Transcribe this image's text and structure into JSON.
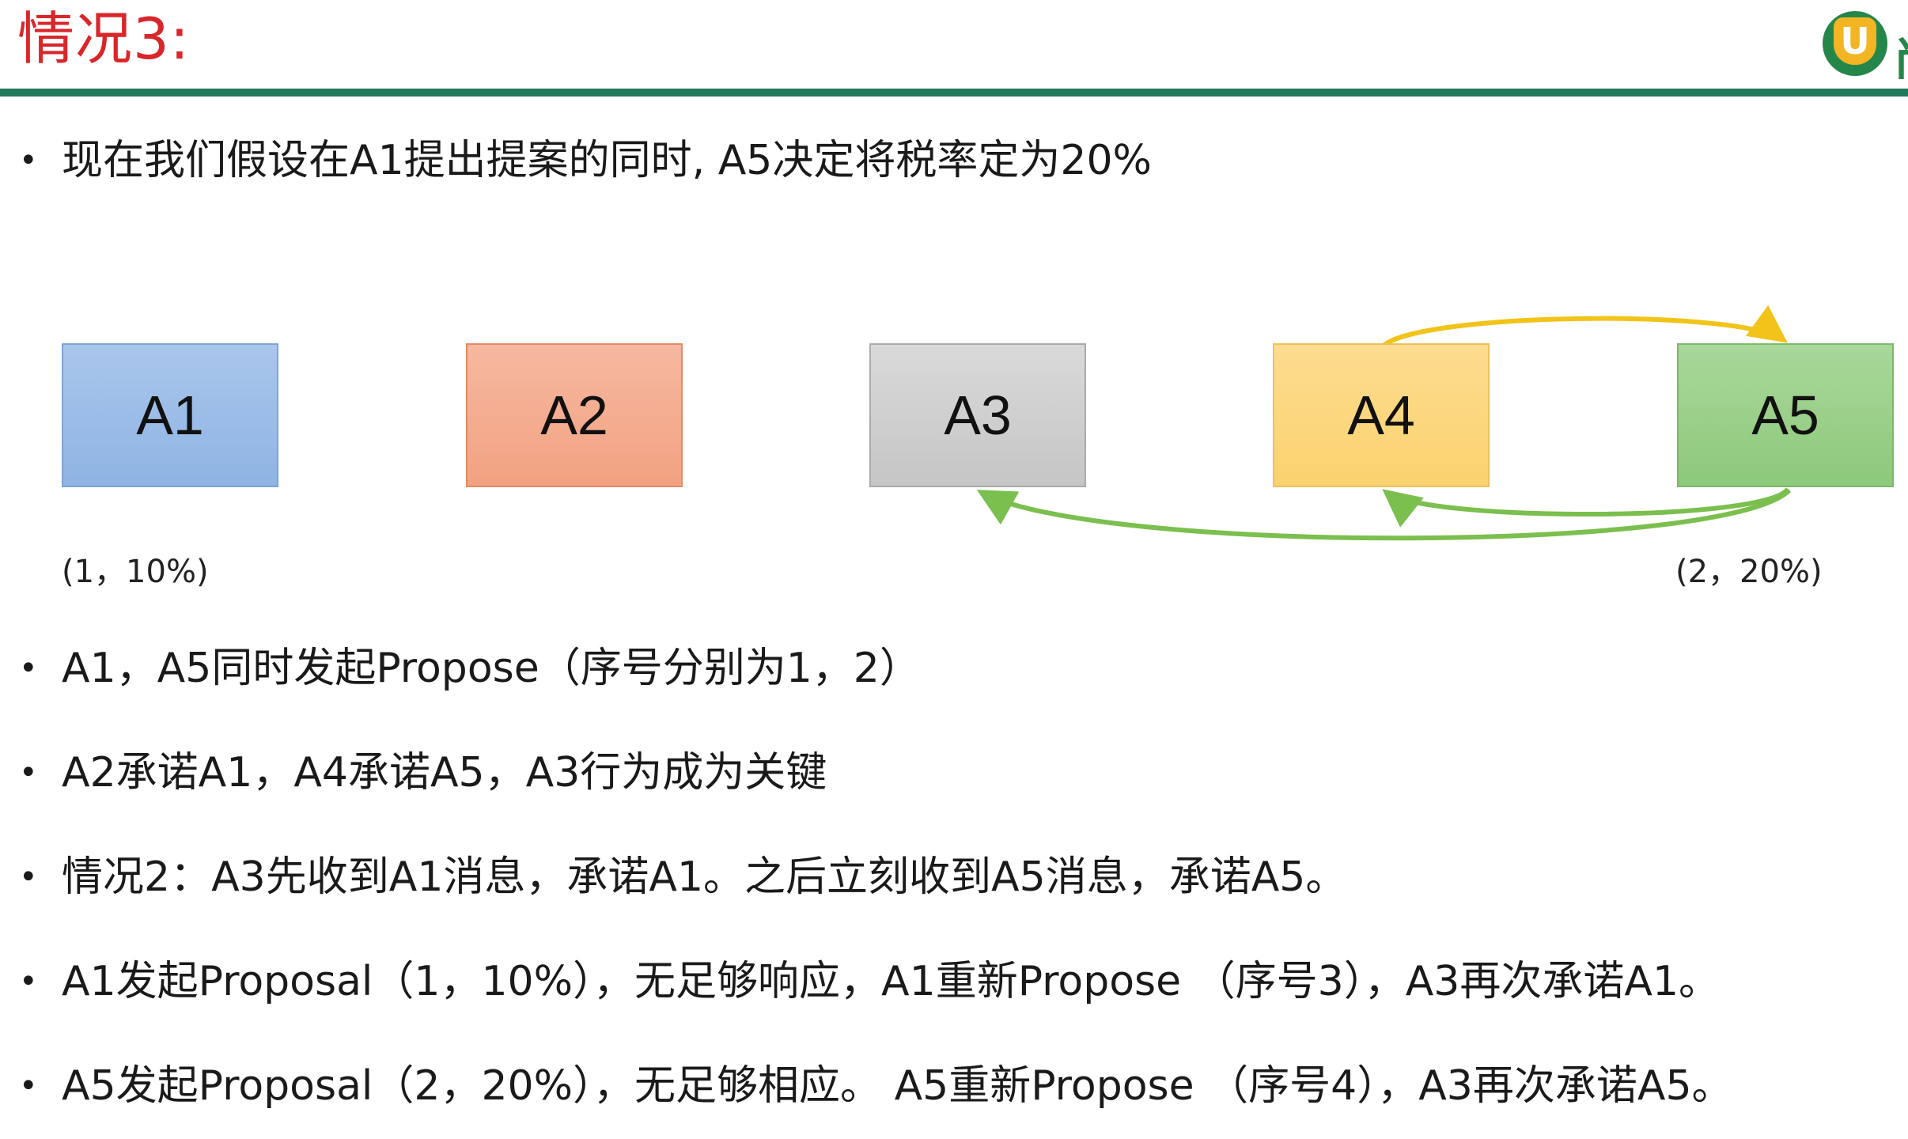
{
  "header": {
    "title": "情况3:"
  },
  "logo": {
    "letter": "U"
  },
  "bullets": [
    "现在我们假设在A1提出提案的同时, A5决定将税率定为20%",
    "A1，A5同时发起Propose（序号分别为1，2）",
    "A2承诺A1，A4承诺A5，A3行为成为关键",
    "情况2：A3先收到A1消息，承诺A1。之后立刻收到A5消息，承诺A5。",
    "A1发起Proposal（1，10%），无足够响应，A1重新Propose （序号3），A3再次承诺A1。",
    "A5发起Proposal（2，20%），无足够相应。 A5重新Propose （序号4），A3再次承诺A5。"
  ],
  "bullet_symbol": "•",
  "diagram": {
    "nodes": [
      {
        "id": "a1",
        "label": "A1",
        "color": "#9dbde8"
      },
      {
        "id": "a2",
        "label": "A2",
        "color": "#f4ad8f"
      },
      {
        "id": "a3",
        "label": "A3",
        "color": "#cfcfcf"
      },
      {
        "id": "a4",
        "label": "A4",
        "color": "#fbd77e"
      },
      {
        "id": "a5",
        "label": "A5",
        "color": "#9bd08a"
      }
    ],
    "captions": {
      "a1": "(1，10%)",
      "a5": "(2，20%)"
    },
    "arrow_colors": {
      "yellow": "#f2c318",
      "green": "#7bbf4e"
    }
  }
}
